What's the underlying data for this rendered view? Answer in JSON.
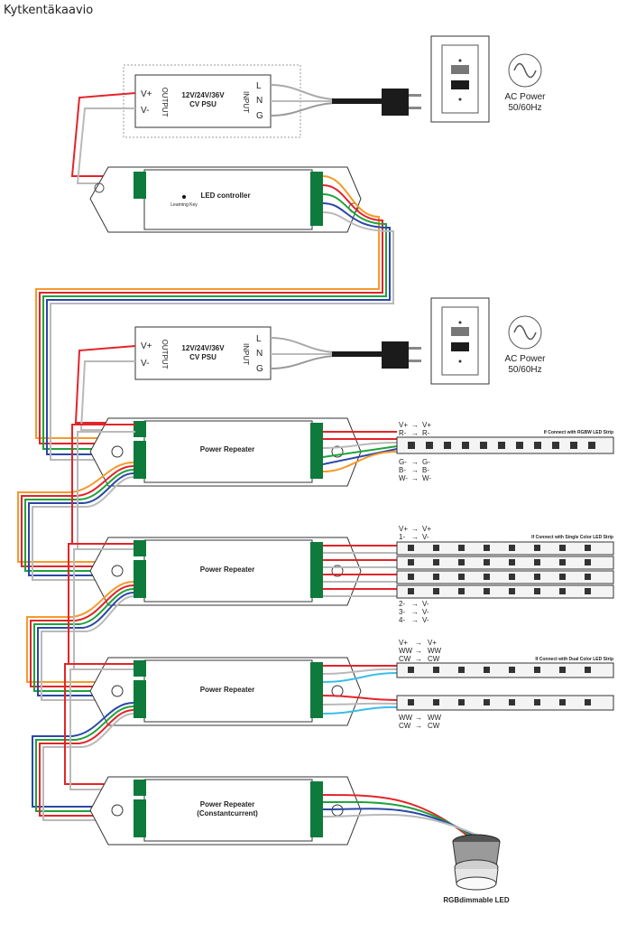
{
  "page": {
    "title": "Kytkentäkaavio"
  },
  "colors": {
    "red": "#e2242a",
    "green": "#1fa23a",
    "blue": "#2c47a8",
    "white_wire": "#b9b9b9",
    "orange": "#f59a2a",
    "cyan": "#3bbde8",
    "black": "#1b1b1b",
    "dark_green": "#0e7a3b",
    "strip_fill": "#f4f4f4"
  },
  "psu": {
    "title_line1": "12V/24V/36V",
    "title_line2": "CV PSU",
    "output_label": "OUTPUT",
    "input_label": "INPUT",
    "vplus": "V+",
    "vminus": "V-",
    "L": "L",
    "N": "N",
    "G": "G"
  },
  "ac_power": {
    "line1": "AC Power",
    "line2": "50/60Hz"
  },
  "controller": {
    "title": "LED controller",
    "learning_key": "Learning Key"
  },
  "repeaters": [
    {
      "title": "Power Repeater"
    },
    {
      "title": "Power Repeater"
    },
    {
      "title": "Power Repeater"
    },
    {
      "title": "Power Repeater",
      "subtitle": "(Constantcurrent)"
    }
  ],
  "strip_notes": {
    "rgbw": "If Connect with RGBW LED Strip",
    "single": "If Connect with Single Color LED Strip",
    "dual": "If Connect with Dual Color LED Strip"
  },
  "wire_maps": {
    "rgbw_top": [
      [
        "V+",
        "V+"
      ],
      [
        "R-",
        "R-"
      ]
    ],
    "rgbw_bottom": [
      [
        "G-",
        "G-"
      ],
      [
        "B-",
        "B-"
      ],
      [
        "W-",
        "W-"
      ]
    ],
    "single_top": [
      [
        "V+",
        "V+"
      ],
      [
        "1-",
        "V-"
      ]
    ],
    "single_bottom": [
      [
        "2-",
        "V-"
      ],
      [
        "3-",
        "V-"
      ],
      [
        "4-",
        "V-"
      ]
    ],
    "dual_top": [
      [
        "V+",
        "V+"
      ],
      [
        "WW",
        "WW"
      ],
      [
        "CW",
        "CW"
      ]
    ],
    "dual_bottom": [
      [
        "WW",
        "WW"
      ],
      [
        "CW",
        "CW"
      ]
    ]
  },
  "rgb_led_label": "RGBdimmable LED"
}
